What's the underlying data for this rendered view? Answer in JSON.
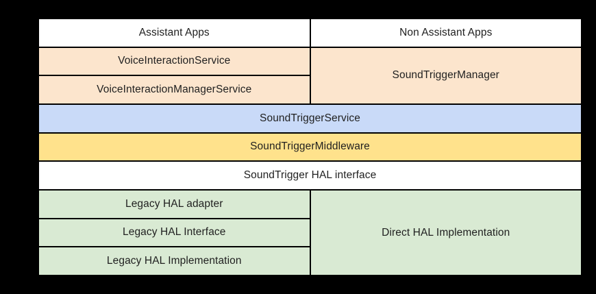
{
  "colors": {
    "page_background": "#000000",
    "grid_lines": "#000000",
    "apps_layer": "#FFFFFF",
    "voice_interaction_layer": "#FCE5CD",
    "service_layer": "#C9DAF8",
    "middleware_layer": "#FFE28C",
    "hal_interface_layer": "#FFFFFF",
    "hal_implementation_layer": "#D9EAD3",
    "text": "#1F1F1F"
  },
  "diagram": {
    "type": "layered-architecture-table",
    "columns": 2,
    "rows": 9,
    "cells": {
      "assistant_apps": {
        "label": "Assistant Apps",
        "fill": "#FFFFFF",
        "row": 1,
        "col": 1
      },
      "non_assistant_apps": {
        "label": "Non Assistant Apps",
        "fill": "#FFFFFF",
        "row": 1,
        "col": 2
      },
      "voice_interaction_service": {
        "label": "VoiceInteractionService",
        "fill": "#FCE5CD",
        "row": 2,
        "col": 1
      },
      "sound_trigger_manager": {
        "label": "SoundTriggerManager",
        "fill": "#FCE5CD",
        "row": 2,
        "col": 2,
        "rowspan": 2
      },
      "voice_interaction_manager_service": {
        "label": "VoiceInteractionManagerService",
        "fill": "#FCE5CD",
        "row": 3,
        "col": 1
      },
      "sound_trigger_service": {
        "label": "SoundTriggerService",
        "fill": "#C9DAF8",
        "row": 4,
        "col": 1,
        "colspan": 2
      },
      "sound_trigger_middleware": {
        "label": "SoundTriggerMiddleware",
        "fill": "#FFE28C",
        "row": 5,
        "col": 1,
        "colspan": 2
      },
      "sound_trigger_hal_interface": {
        "label": "SoundTrigger HAL interface",
        "fill": "#FFFFFF",
        "row": 6,
        "col": 1,
        "colspan": 2
      },
      "legacy_hal_adapter": {
        "label": "Legacy HAL adapter",
        "fill": "#D9EAD3",
        "row": 7,
        "col": 1
      },
      "direct_hal_implementation": {
        "label": "Direct HAL Implementation",
        "fill": "#D9EAD3",
        "row": 7,
        "col": 2,
        "rowspan": 3
      },
      "legacy_hal_interface": {
        "label": "Legacy HAL Interface",
        "fill": "#D9EAD3",
        "row": 8,
        "col": 1
      },
      "legacy_hal_implementation": {
        "label": "Legacy HAL Implementation",
        "fill": "#D9EAD3",
        "row": 9,
        "col": 1
      }
    }
  }
}
